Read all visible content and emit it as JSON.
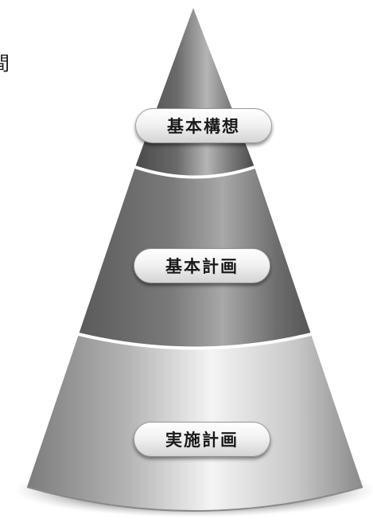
{
  "side_text": "間",
  "tiers": [
    {
      "label": "基本構想"
    },
    {
      "label": "基本計画"
    },
    {
      "label": "実施計画"
    }
  ],
  "colors": {
    "top_tier_dark": "#5e5e5e",
    "middle_tier_dark": "#6f6f6f",
    "bottom_tier_light": "#eeeeee",
    "base_shadow": "#9a9a9a"
  }
}
